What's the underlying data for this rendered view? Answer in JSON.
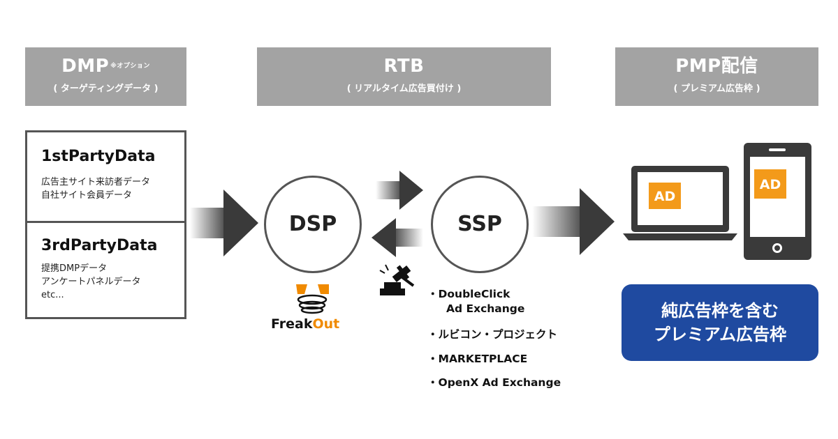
{
  "headers": {
    "dmp": {
      "title": "DMP",
      "note": "※オプション",
      "subtitle": "( ターゲティングデータ )"
    },
    "rtb": {
      "title": "RTB",
      "subtitle": "( リアルタイム広告買付け )"
    },
    "pmp": {
      "title": "PMP配信",
      "subtitle": "( プレミアム広告枠 )"
    }
  },
  "first_party": {
    "title": "1stPartyData",
    "lines": [
      "広告主サイト来訪者データ",
      "自社サイト会員データ"
    ]
  },
  "third_party": {
    "title": "3rdPartyData",
    "lines": [
      "提携DMPデータ",
      "アンケートパネルデータ",
      "etc..."
    ]
  },
  "dsp": {
    "label": "DSP",
    "brand_prefix": "Freak",
    "brand_suffix": "Out"
  },
  "ssp": {
    "label": "SSP",
    "bullet": "・",
    "items": [
      "DoubleClick",
      "Ad Exchange",
      "ルビコン・プロジェクト",
      "MARKETPLACE",
      "OpenX Ad Exchange"
    ]
  },
  "ads": {
    "laptop_ad": "AD",
    "phone_ad": "AD"
  },
  "premium": {
    "line1": "純広告枠を含む",
    "line2": "プレミアム広告枠"
  },
  "colors": {
    "header_bg": "#a3a3a3",
    "arrow": "#3a3a3a",
    "ad_orange": "#f39a1a",
    "pill_blue": "#1f4aa0",
    "brand_orange": "#f08a00"
  },
  "icons": [
    "gavel-icon",
    "laptop-icon",
    "smartphone-icon",
    "freakout-logo-icon",
    "arrow-right-icon",
    "arrow-left-icon"
  ]
}
